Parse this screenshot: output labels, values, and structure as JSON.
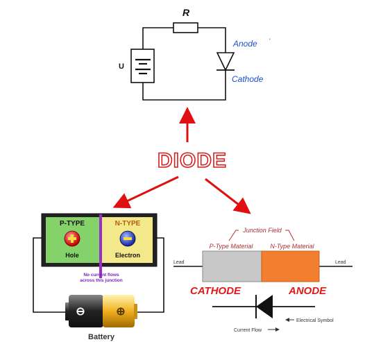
{
  "title": "DIODE",
  "circuit": {
    "resistor_label": "R",
    "source_label": "U",
    "anode_label": "Anode",
    "cathode_label": "Cathode"
  },
  "pn_junction": {
    "p_type_label": "P-TYPE",
    "n_type_label": "N-TYPE",
    "hole_label": "Hole",
    "electron_label": "Electron",
    "junction_note_line1": "No current flows",
    "junction_note_line2": "across this junction",
    "battery_label": "Battery"
  },
  "diode_component": {
    "junction_field_label": "Junction Field",
    "p_type_material_label": "P-Type Material",
    "n_type_material_label": "N-Type Material",
    "lead_left_label": "Lead",
    "lead_right_label": "Lead",
    "cathode_label": "CATHODE",
    "anode_label": "ANODE",
    "electrical_symbol_label": "Electrical Symbol",
    "current_flow_label": "Current Flow"
  },
  "colors": {
    "wire": "#111111",
    "label_blue": "#1a4fd0",
    "arrow_red": "#e01010",
    "title_fill": "#ffffff",
    "title_stroke": "#d22020",
    "p_type_fill": "#86d26a",
    "n_type_fill": "#f3e98a",
    "junction_purple": "#9a2ec8",
    "p_material_fill": "#c8c8c8",
    "n_material_fill": "#f28030",
    "diode_red_text": "#e01818"
  }
}
